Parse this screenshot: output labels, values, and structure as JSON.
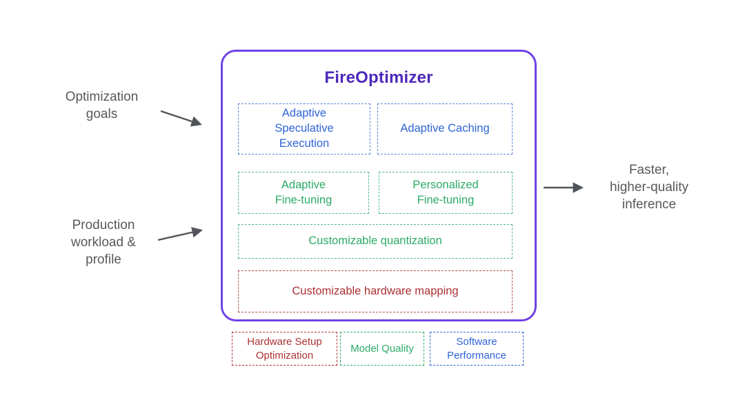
{
  "colors": {
    "purple_border": "#6f42e5",
    "purple_text": "#4e28bb",
    "blue_text": "#2d63d8",
    "blue_border": "#5b7fd8",
    "green_text": "#2cab66",
    "green_border": "#4fb983",
    "red_text": "#ac3134",
    "red_border": "#b2514e",
    "gray_text": "#57585c",
    "arrow": "#515459"
  },
  "container": {
    "title": "FireOptimizer"
  },
  "inputs": [
    {
      "label": "Optimization\ngoals"
    },
    {
      "label": "Production\nworkload &\nprofile"
    }
  ],
  "output": {
    "label": "Faster,\nhigher-quality\ninference"
  },
  "modules": [
    {
      "label": "Adaptive\nSpeculative\nExecution",
      "category": "software-performance"
    },
    {
      "label": "Adaptive Caching",
      "category": "software-performance"
    },
    {
      "label": "Adaptive\nFine-tuning",
      "category": "model-quality"
    },
    {
      "label": "Personalized\nFine-tuning",
      "category": "model-quality"
    },
    {
      "label": "Customizable quantization",
      "category": "model-quality"
    },
    {
      "label": "Customizable hardware mapping",
      "category": "hardware-setup-optimization"
    }
  ],
  "legend": [
    {
      "label": "Hardware Setup\nOptimization",
      "category": "hardware-setup-optimization"
    },
    {
      "label": "Model Quality",
      "category": "model-quality"
    },
    {
      "label": "Software\nPerformance",
      "category": "software-performance"
    }
  ]
}
